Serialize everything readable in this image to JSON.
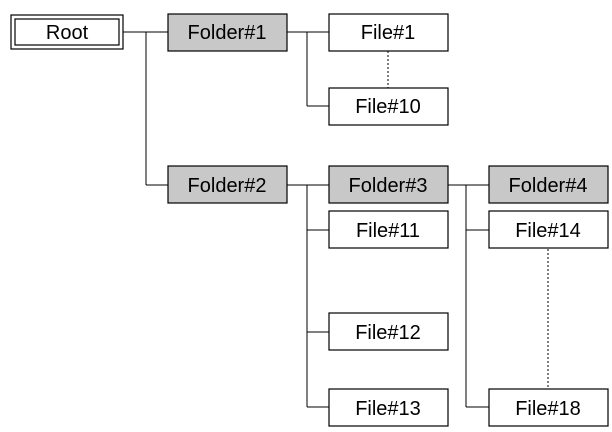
{
  "colors": {
    "folder_fill": "#c8c8c8",
    "file_fill": "#ffffff",
    "root_fill": "#ffffff",
    "line": "#000000"
  },
  "nodes": {
    "root": "Root",
    "folder1": "Folder#1",
    "folder2": "Folder#2",
    "folder3": "Folder#3",
    "folder4": "Folder#4",
    "file1": "File#1",
    "file10": "File#10",
    "file11": "File#11",
    "file12": "File#12",
    "file13": "File#13",
    "file14": "File#14",
    "file18": "File#18"
  }
}
